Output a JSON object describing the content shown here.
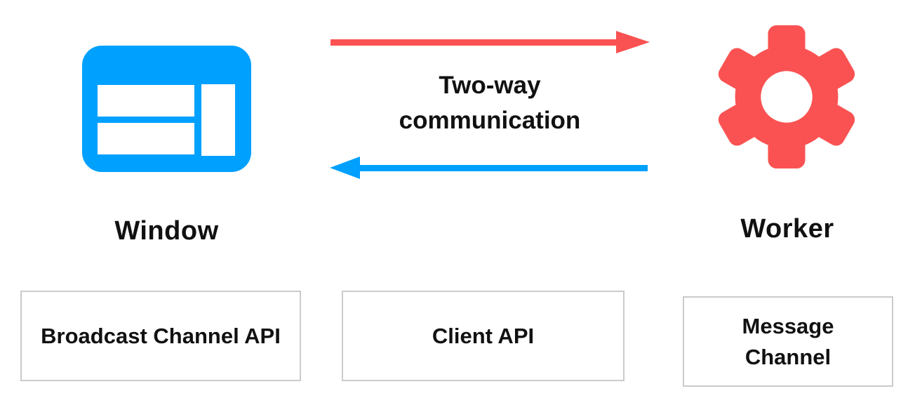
{
  "window": {
    "label": "Window"
  },
  "worker": {
    "label": "Worker"
  },
  "communication": {
    "label": "Two-way communication"
  },
  "boxes": [
    {
      "label": "Broadcast Channel API"
    },
    {
      "label": "Client API"
    },
    {
      "label": "Message Channel"
    }
  ],
  "colors": {
    "blue": "#00A0FF",
    "red": "#FA5252",
    "border": "#CBCBCB",
    "text": "#111111"
  }
}
